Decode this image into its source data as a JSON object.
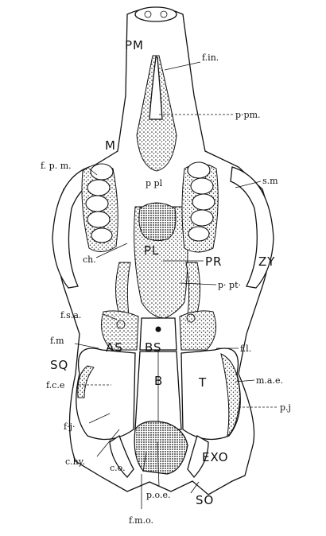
{
  "labels": {
    "PM": "PM",
    "f_in": "f.in.",
    "p_pm": "p·pm.",
    "M": "M",
    "f_p_m": "f. p. m.",
    "p_pl": "p pl",
    "s_m": "s.m",
    "ch": "ch.",
    "PL": "PL",
    "PR": "PR",
    "ZY": "ZY",
    "f_s_a": "f.s.a.",
    "p_pt": "p· pt·",
    "f_m": "f.m",
    "AS": "AS",
    "BS": "BS",
    "f_l": "f.l.",
    "SQ": "SQ",
    "B": "B",
    "T": "T",
    "m_a_e": "m.a.e.",
    "f_ce": "f.c.e",
    "p_j": "p.j",
    "f_j": "f·j·",
    "c_hy": "c.hy.",
    "c_o": "c.o.",
    "EXO": "EXO",
    "p_o_e": "p.o.e.",
    "SO": "SO",
    "f_m_o": "f.m.o."
  }
}
